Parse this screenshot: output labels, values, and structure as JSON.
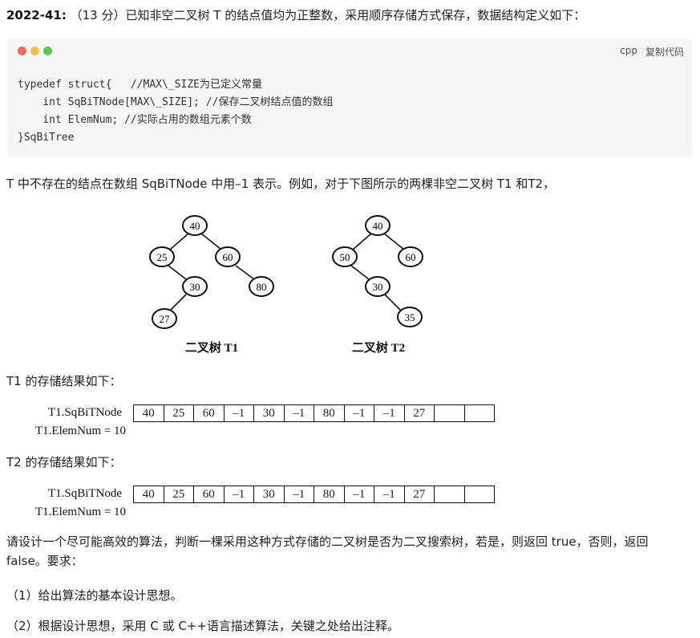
{
  "question": {
    "number": "2022-41:",
    "text": "（13 分）已知非空二叉树 T 的结点值均为正整数，采用顺序存储方式保存，数据结构定义如下："
  },
  "code_block": {
    "dot_colors": [
      "#ed6a5e",
      "#f5bf4f",
      "#61c554"
    ],
    "language": "cpp",
    "copy_label": "复制代码",
    "lines": [
      "typedef struct{   //MAX\\_SIZE为已定义常量",
      "    int SqBiTNode[MAX\\_SIZE]; //保存二叉树结点值的数组",
      "    int ElemNum; //实际占用的数组元素个数",
      "}SqBiTree"
    ]
  },
  "intro": "T 中不存在的结点在数组 SqBiTNode 中用–1 表示。例如，对于下图所示的两棵非空二叉树 T1 和T2，",
  "trees": [
    {
      "caption": "二叉树 T1",
      "nodes": [
        "40",
        "25",
        "60",
        "30",
        "80",
        "27"
      ]
    },
    {
      "caption": "二叉树 T2",
      "nodes": [
        "40",
        "50",
        "60",
        "30",
        "35"
      ]
    }
  ],
  "t1_heading": "T1 的存储结果如下：",
  "t2_heading": "T2 的存储结果如下：",
  "t1_store": {
    "label": "T1.SqBiTNode",
    "cells": [
      "40",
      "25",
      "60",
      "–1",
      "30",
      "–1",
      "80",
      "–1",
      "–1",
      "27",
      "",
      ""
    ],
    "elemnum": "T1.ElemNum = 10"
  },
  "t2_store": {
    "label": "T1.SqBiTNode",
    "cells": [
      "40",
      "25",
      "60",
      "–1",
      "30",
      "–1",
      "80",
      "–1",
      "–1",
      "27",
      "",
      ""
    ],
    "elemnum": "T1.ElemNum = 10"
  },
  "request": "请设计一个尽可能高效的算法，判断一棵采用这种方式存储的二叉树是否为二叉搜索树，若是，则返回 true，否则，返回 false。要求：",
  "requirements": [
    "（1）给出算法的基本设计思想。",
    "（2）根据设计思想，采用 C 或 C++语言描述算法，关键之处给出注释。"
  ]
}
